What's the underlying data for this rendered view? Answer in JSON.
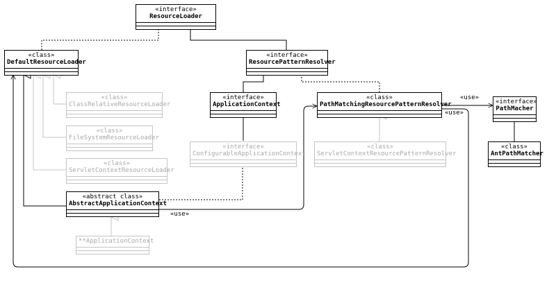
{
  "classes": {
    "resource_loader": {
      "stereotype": "«interface»",
      "name": "ResourceLoader"
    },
    "default_resource_loader": {
      "stereotype": "«class»",
      "name": "DefaultResourceLoader"
    },
    "resource_pattern_resolver": {
      "stereotype": "«interface»",
      "name": "ResourcePatternResolver"
    },
    "class_relative_resource_loader": {
      "stereotype": "«class»",
      "name": "ClassRelativeResourceLoader"
    },
    "application_context": {
      "stereotype": "«interface»",
      "name": "ApplicationContext"
    },
    "path_matching_resource_pattern_resolver": {
      "stereotype": "«class»",
      "name": "PathMatchingResourcePatternResolver"
    },
    "path_macher": {
      "stereotype": "«interface»",
      "name": "PathMacher"
    },
    "file_system_resource_loader": {
      "stereotype": "«class»",
      "name": "FileSystemResourceLoader"
    },
    "ant_path_matcher": {
      "stereotype": "«class»",
      "name": "AntPathMatcher"
    },
    "configurable_application_context": {
      "stereotype": "«interface»",
      "name": "ConfigurableApplicationContext"
    },
    "servlet_context_resource_pattern_resolver": {
      "stereotype": "«class»",
      "name": "ServletContextResourcePatternResolver"
    },
    "servlet_context_resource_loader": {
      "stereotype": "«class»",
      "name": "ServletContextResourceLoader"
    },
    "abstract_application_context": {
      "stereotype": "«abstract class»",
      "name": "AbstractApplicationContext"
    },
    "star_application_context": {
      "stereotype": "",
      "name": "**ApplicationContext"
    }
  },
  "labels": {
    "use_path_macher": "«use»",
    "use_resolver_top": "«use»",
    "use_abstract": "«use»"
  },
  "colors": {
    "line": "#000000",
    "faded": "#a8a8a8",
    "faded_border": "#c4c4c4"
  }
}
